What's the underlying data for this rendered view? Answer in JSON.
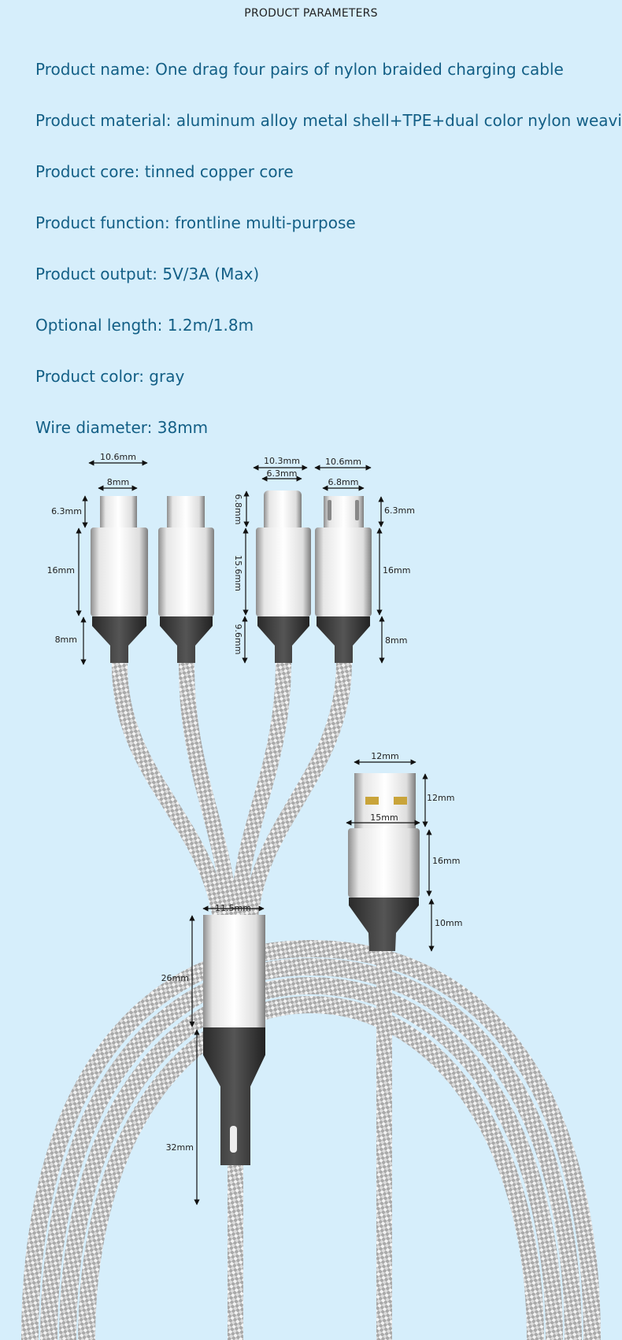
{
  "header": {
    "title": "PRODUCT PARAMETERS"
  },
  "params": [
    "Product name: One drag four pairs of nylon braided charging cable",
    "Product material: aluminum alloy metal shell+TPE+dual color nylon weaving",
    "Product core: tinned copper core",
    "Product function: frontline multi-purpose",
    "Product output: 5V/3A (Max)",
    "Optional length: 1.2m/1.8m",
    "Product color: gray",
    "Wire diameter: 38mm"
  ],
  "dimensions": {
    "typec_width": "10.6mm",
    "typec_tip_width": "8mm",
    "typec_tip_height": "6.3mm",
    "typec_shell_height": "16mm",
    "typec_boot_height": "8mm",
    "lightning_width": "10.3mm",
    "lightning_tip_width": "6.3mm",
    "lightning_tip_height": "6.8mm",
    "lightning_shell_height": "15.6mm",
    "lightning_boot_height": "9.6mm",
    "micro_width": "10.6mm",
    "micro_tip_width": "6.8mm",
    "micro_tip_height": "6.3mm",
    "micro_shell_height": "16mm",
    "micro_boot_height": "8mm",
    "usb_width": "12mm",
    "usb_tip_height": "12mm",
    "usb_shell_width": "15mm",
    "usb_shell_height": "16mm",
    "usb_boot_height": "10mm",
    "hub_width": "11.5mm",
    "hub_shell_height": "26mm",
    "hub_boot_height": "32mm"
  },
  "colors": {
    "background": "#d6eefb",
    "text": "#135f86"
  }
}
